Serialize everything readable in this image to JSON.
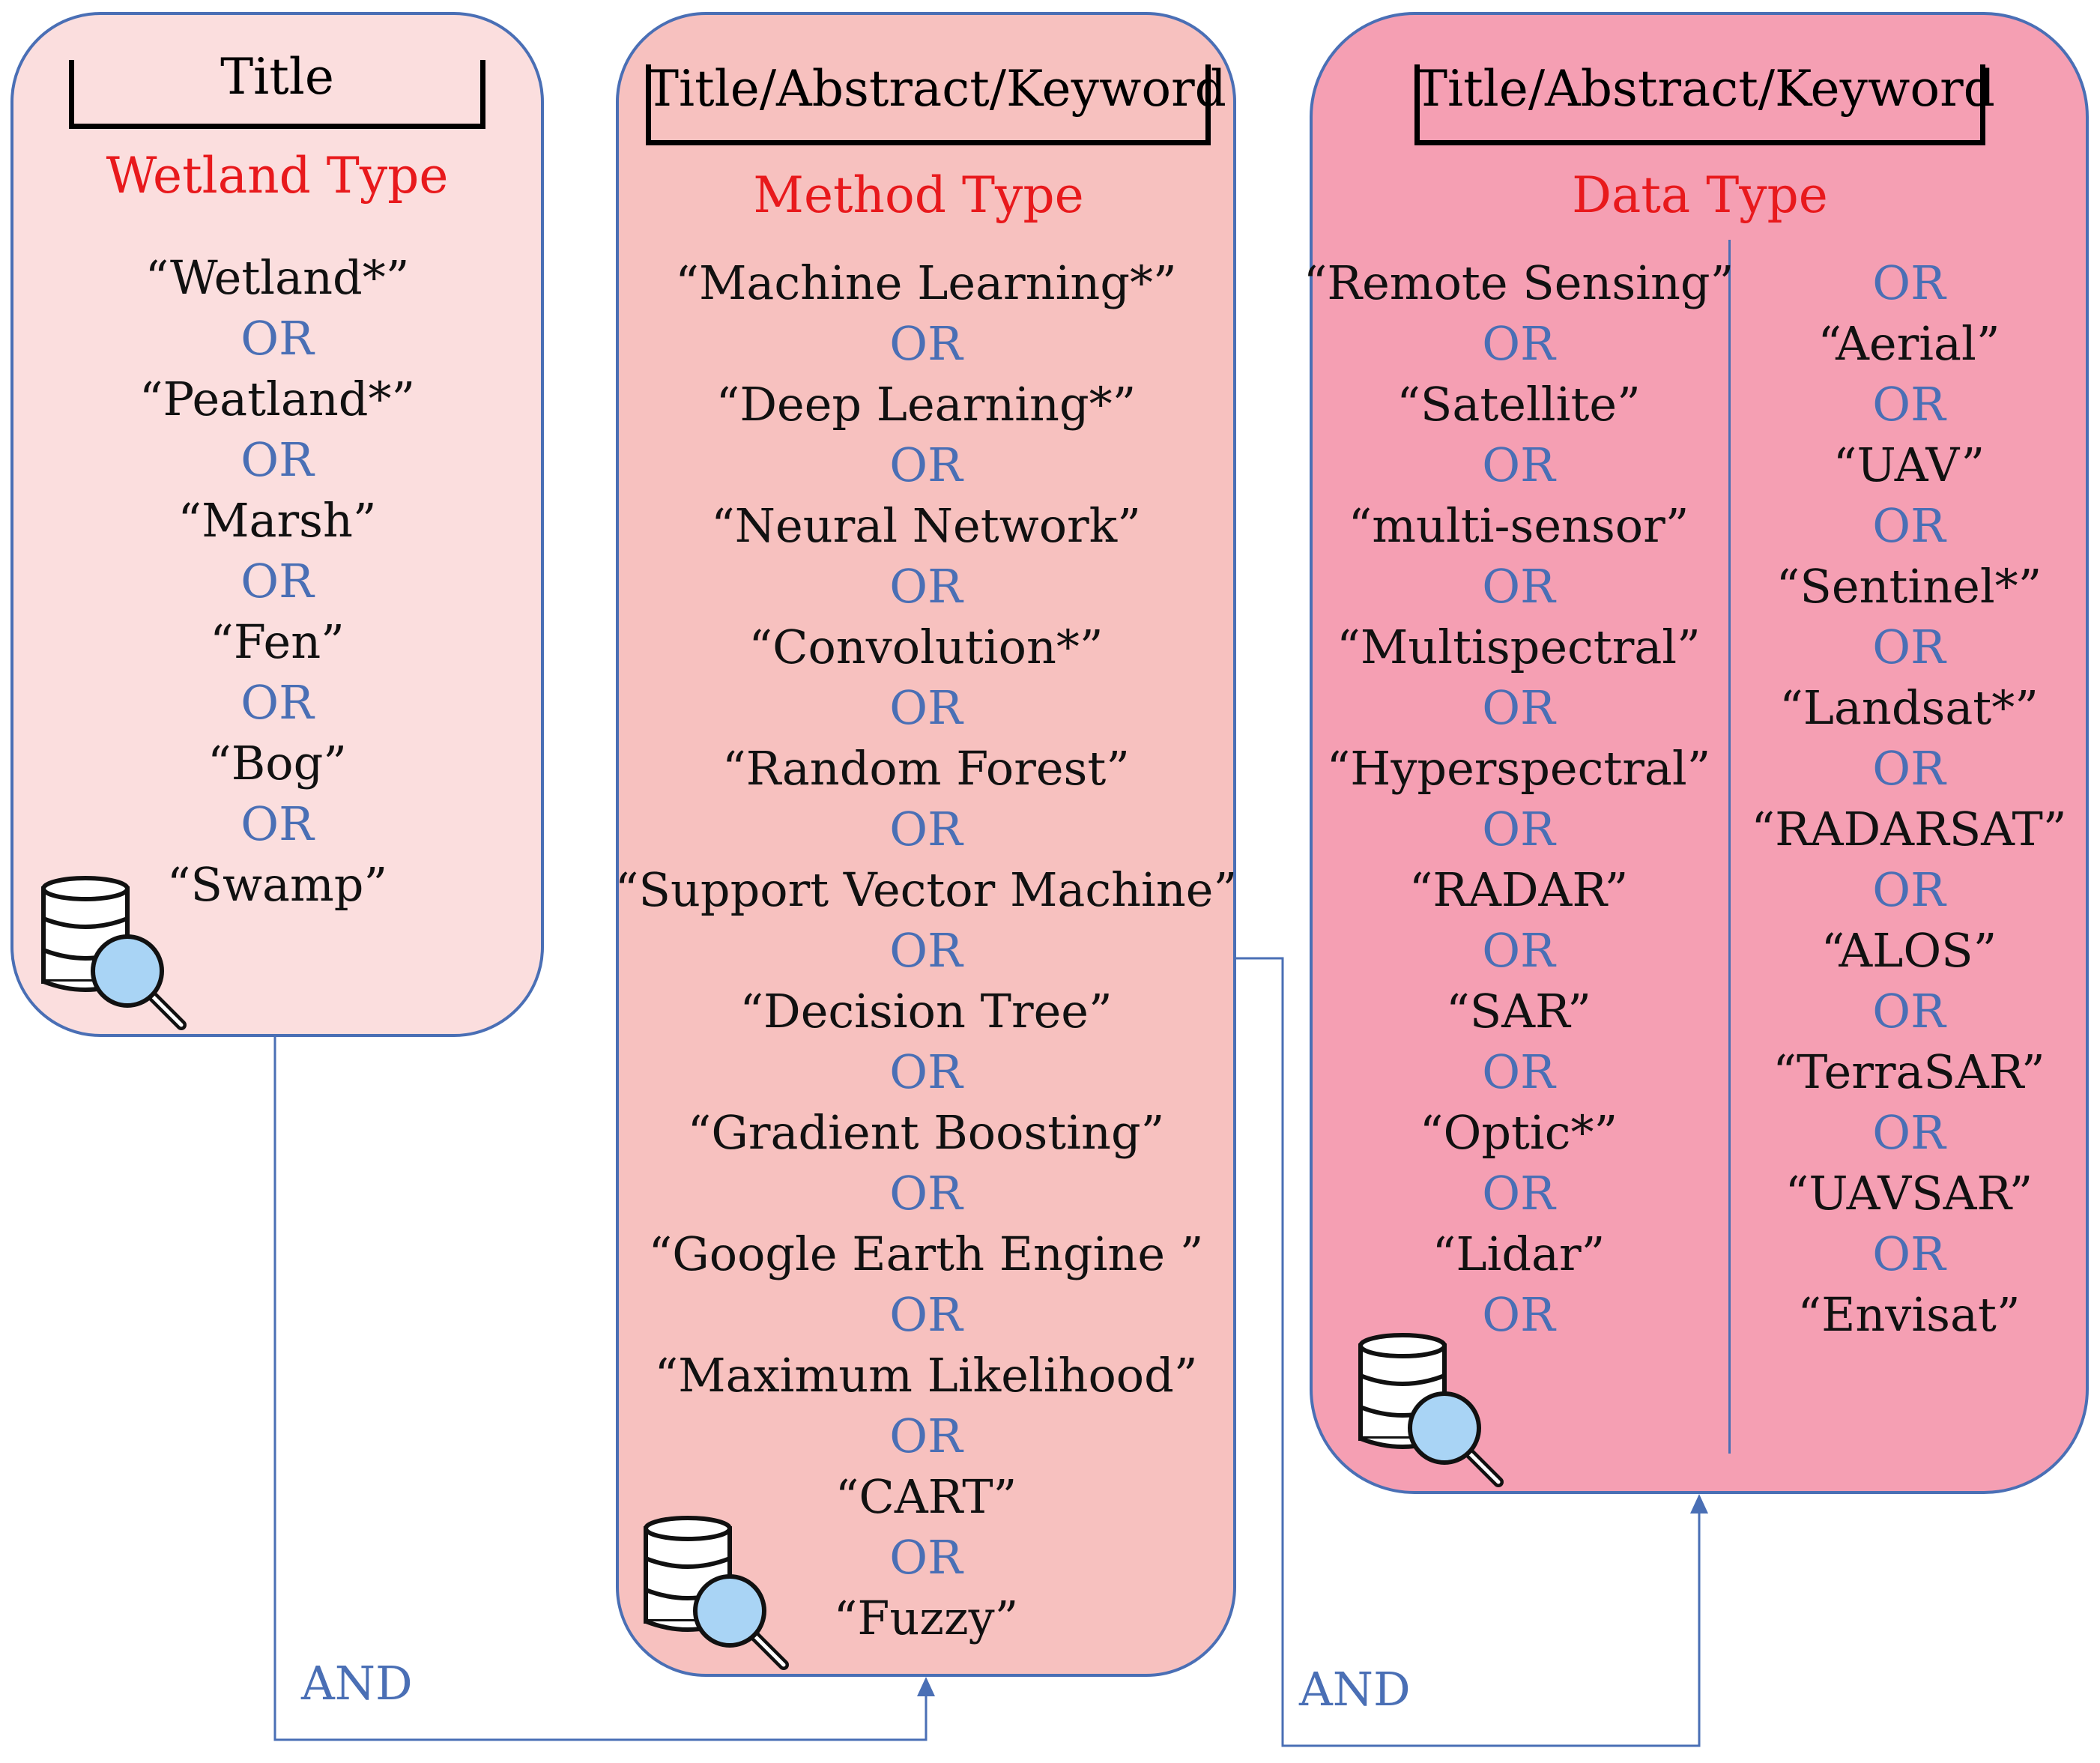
{
  "panels": {
    "wetland": {
      "header": "Title",
      "category": "Wetland Type",
      "terms": [
        "“Wetland*”",
        "“Peatland*”",
        "“Marsh”",
        "“Fen”",
        "“Bog”",
        "“Swamp”"
      ]
    },
    "method": {
      "header": "Title/Abstract/Keyword",
      "category": "Method Type",
      "terms": [
        "“Machine Learning*”",
        "“Deep Learning*”",
        "“Neural Network”",
        "“Convolution*”",
        "“Random Forest”",
        "“Support Vector Machine”",
        "“Decision Tree”",
        "“Gradient Boosting”",
        "“Google Earth Engine ”",
        "“Maximum Likelihood”",
        "“CART”",
        "“Fuzzy”"
      ]
    },
    "data": {
      "header": "Title/Abstract/Keyword",
      "category": "Data Type",
      "left_terms": [
        "“Remote Sensing”",
        "“Satellite”",
        "“multi-sensor”",
        "“Multispectral”",
        "“Hyperspectral”",
        "“RADAR”",
        "“SAR”",
        "“Optic*”",
        "“Lidar”"
      ],
      "right_terms": [
        "“Aerial”",
        "“UAV”",
        "“Sentinel*”",
        "“Landsat*”",
        "“RADARSAT”",
        "“ALOS”",
        "“TerraSAR”",
        "“UAVSAR”",
        "“Envisat”"
      ]
    }
  },
  "operators": {
    "or": "OR",
    "and": "AND"
  },
  "icons": {
    "database": "database-search-icon"
  },
  "colors": {
    "operator": "#4a6fb5",
    "category": "#e8191c",
    "wetland_bg": "#fbdede",
    "method_bg": "#f7c1bf",
    "data_bg": "#f59fb3"
  }
}
